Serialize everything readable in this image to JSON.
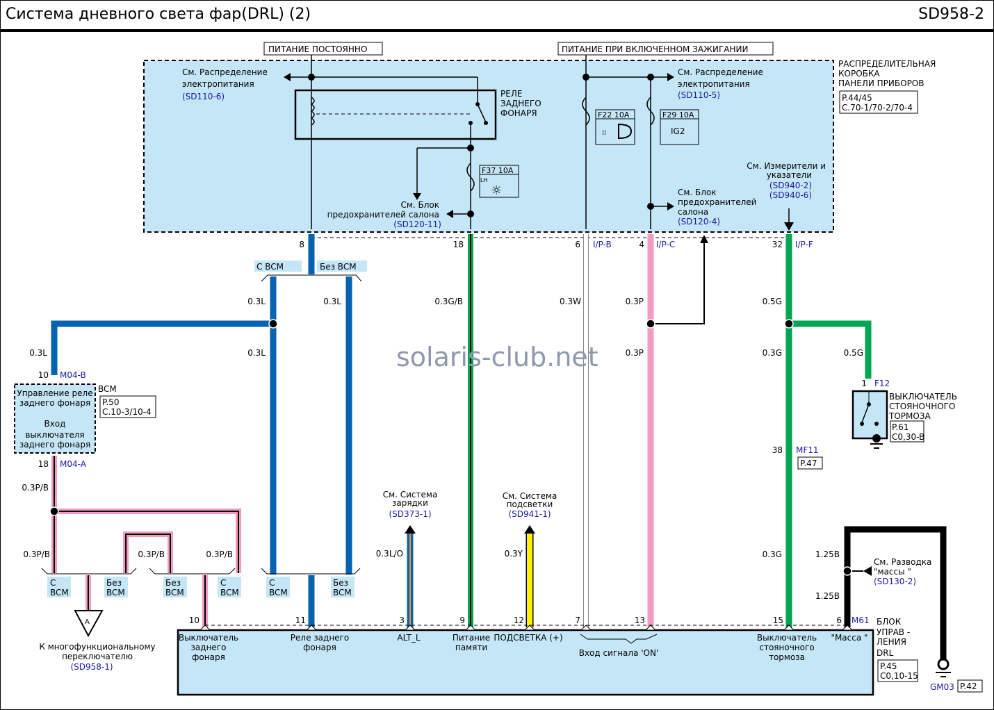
{
  "header": {
    "title": "Система  дневного света фар(DRL) (2)",
    "code": "SD958-2"
  },
  "colors": {
    "box_fill": "#c5e6f7",
    "wire_blue": "#0563b0",
    "wire_green": "#00a651",
    "wire_pink": "#f29bc0",
    "wire_yellow": "#fff200",
    "ref_text": "#1a1aa0"
  },
  "power_labels": {
    "constant": "ПИТАНИЕ  ПОСТОЯННО",
    "ignition": "ПИТАНИЕ  ПРИ  ВКЛЮЧЕННОМ  ЗАЖИГАНИИ"
  },
  "junction_box": {
    "name": [
      "РАСПРЕДЕЛИТЕЛЬНАЯ",
      "КОРОБКА",
      "ПАНЕЛИ  ПРИБОРОВ"
    ],
    "ref": [
      "P.44/45",
      "C.70-1/70-2/70-4"
    ],
    "relay_label": [
      "РЕЛЕ",
      "ЗАДНЕГО",
      "ФОНАРЯ"
    ],
    "see_power_left": [
      "См. Распределение",
      "электропитания"
    ],
    "see_power_left_ref": "(SD110-6)",
    "see_power_right": [
      "См. Распределение",
      "электропитания"
    ],
    "see_power_right_ref": "(SD110-5)",
    "see_fuse_left": [
      "См. Блок",
      "предохранителей салона"
    ],
    "see_fuse_left_ref": "(SD120-11)",
    "see_fuse_right": [
      "См. Блок",
      "предохранителей",
      "салона"
    ],
    "see_fuse_right_ref": "(SD120-4)",
    "see_meters": [
      "См. Измерители и",
      "указатели"
    ],
    "see_meters_refs": [
      "(SD940-2)",
      "(SD940-6)"
    ],
    "fuses": [
      {
        "id": "F37 10A",
        "icon": "dimmer-lh-icon",
        "sub": "LH"
      },
      {
        "id": "F22 10A",
        "icon": "headlamp-icon"
      },
      {
        "id": "F29 10A",
        "text": "IG2"
      }
    ]
  },
  "pins_top": [
    {
      "pin": "8"
    },
    {
      "pin": "18"
    },
    {
      "pin": "6",
      "conn": "I/P-B"
    },
    {
      "pin": "4",
      "conn": "I/P-C"
    },
    {
      "pin": "32",
      "conn": "I/P-F"
    }
  ],
  "wire_labels": {
    "w8_with": "С BCM",
    "w8_without": "Без  BCM",
    "blue_a": "0.3L",
    "blue_b": "0.3L",
    "blue_c": "0.3L",
    "blue_d": "0.3L",
    "green_gb": "0.3G/B",
    "white": "0.3W",
    "pink_1": "0.3P",
    "pink_2": "0.3P",
    "green_1": "0.5G",
    "green_2": "0.3G",
    "green_3": "0.5G",
    "green_4": "0.3G",
    "pb_1": "0.3P/B",
    "pb_2": "0.3P/B",
    "pb_3": "0.3P/B",
    "pb_4": "0.3P/B",
    "lo": "0.3L/O",
    "y": "0.3Y",
    "b1": "1.25B",
    "b2": "1.25B"
  },
  "bcm": {
    "label": "BCM",
    "pin_top": "10",
    "conn_top": "M04-B",
    "pin_bottom": "18",
    "conn_bottom": "M04-A",
    "func1": [
      "Управление реле",
      "заднего фонаря"
    ],
    "func2": [
      "Вход",
      "выключателя",
      "заднего фонаря"
    ],
    "ref": [
      "P.50",
      "C.10-3/10-4"
    ]
  },
  "options": {
    "with_bcm": [
      "С",
      "BCM"
    ],
    "without_bcm": [
      "Без",
      "BCM"
    ]
  },
  "connector_a": {
    "letter": "A",
    "text": [
      "К многофункциональному",
      "переключателю"
    ],
    "ref": "(SD958-1)"
  },
  "see_charging": {
    "text": [
      "См. Система",
      "зарядки"
    ],
    "ref": "(SD373-1)"
  },
  "see_backlight": {
    "text": [
      "См. Система",
      "подсветки"
    ],
    "ref": "(SD941-1)"
  },
  "see_ground": {
    "text": [
      "См. Разводка",
      "\"массы \""
    ],
    "ref": "(SD130-2)"
  },
  "park_switch": {
    "pin": "1",
    "conn": "F12",
    "name": [
      "ВЫКЛЮЧАТЕЛЬ",
      "СТОЯНОЧНОГО",
      "ТОРМОЗА"
    ],
    "ref": [
      "P.61",
      "C0,30-B"
    ]
  },
  "mf11": {
    "pin": "38",
    "conn": "MF11",
    "ref": "P.47"
  },
  "drl_unit": {
    "name": [
      "БЛОК",
      "УПРАВ -",
      "ЛЕНИЯ",
      "DRL"
    ],
    "conn": "M61",
    "ref": [
      "P.45",
      "C0,10-15"
    ],
    "pins": [
      {
        "pin": "10",
        "label": [
          "Выключатель",
          "заднего",
          "фонаря"
        ]
      },
      {
        "pin": "11",
        "label": [
          "Реле заднего",
          "фонаря"
        ]
      },
      {
        "pin": "3",
        "label": [
          "ALT_L"
        ]
      },
      {
        "pin": "9",
        "label": [
          "Питание",
          "памяти"
        ]
      },
      {
        "pin": "12",
        "label": [
          "ПОДСВЕТКА   (+)"
        ]
      },
      {
        "pin": "7",
        "label": []
      },
      {
        "pin": "13",
        "label": []
      },
      {
        "pin": "15",
        "label": [
          "Выключатель",
          "стояночного",
          "тормоза"
        ]
      },
      {
        "pin": "6",
        "label": [
          "\"Масса \""
        ]
      }
    ],
    "on_signal": "Вход сигнала 'ON'"
  },
  "ground": {
    "id": "GM03",
    "ref": "P.42"
  },
  "watermark": "solaris-club.net"
}
